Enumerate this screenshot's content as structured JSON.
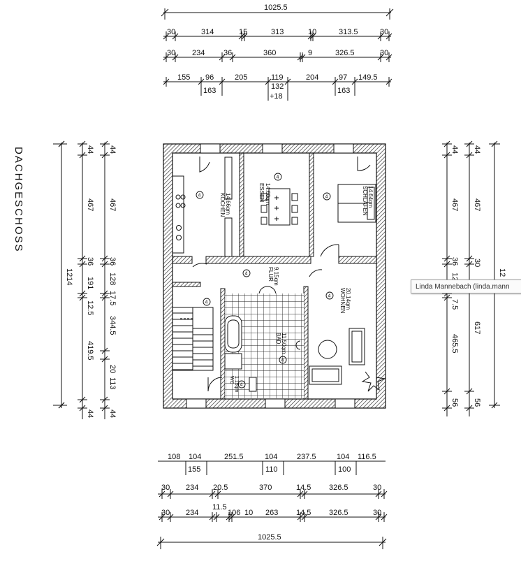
{
  "sheet_title": "DACHGESCHOSS",
  "rooms": {
    "kochen": {
      "name": "KOCHEN",
      "area": "14.66qm"
    },
    "essen": {
      "name": "ESSEN",
      "area": "14.60qm"
    },
    "schlafen": {
      "name": "SCHLAFEN",
      "area": "14.64qm"
    },
    "flur": {
      "name": "FLUR",
      "area": "9.15qm"
    },
    "wohnen": {
      "name": "WOHNEN",
      "area": "20.14qm"
    },
    "bad": {
      "name": "BAD",
      "area": "11.50qm"
    },
    "wc": {
      "name": "WC",
      "area": "1.15qm"
    }
  },
  "room_marker": "4",
  "dimensions": {
    "top_total": "1025.5",
    "top_row1": [
      "30",
      "314",
      "15",
      "313",
      "10",
      "313.5",
      "30"
    ],
    "top_row2": [
      "30",
      "234",
      "36",
      "360",
      "9",
      "326.5",
      "30"
    ],
    "top_row3": [
      "155",
      "96",
      "205",
      "119",
      "204",
      "97",
      "149.5"
    ],
    "top_row3_sub": [
      "163",
      "132",
      "+18",
      "163"
    ],
    "bottom_row1": [
      "108",
      "104",
      "251.5",
      "104",
      "237.5",
      "104",
      "116.5"
    ],
    "bottom_row1_sub": [
      "155",
      "110",
      "100"
    ],
    "bottom_row2": [
      "30",
      "234",
      "20.5",
      "370",
      "14.5",
      "326.5",
      "30"
    ],
    "bottom_row3": [
      "30",
      "234",
      "11.5",
      "106",
      "10",
      "263",
      "14.5",
      "326.5",
      "30"
    ],
    "bottom_total": "1025.5",
    "left_total": "1214",
    "left_inner": [
      "44",
      "467",
      "36",
      "191",
      "12.5",
      "419.5",
      "44"
    ],
    "left_outer": [
      "44",
      "467",
      "36",
      "128",
      "17.5",
      "344.5",
      "20",
      "113",
      "44"
    ],
    "right_inner": [
      "44",
      "467",
      "36",
      "12",
      "7.5",
      "465.5",
      "56"
    ],
    "right_outer": [
      "44",
      "467",
      "30",
      "617",
      "56"
    ],
    "right_total": "12"
  },
  "tooltip": {
    "text": "Linda Mannebach (linda.mann"
  }
}
